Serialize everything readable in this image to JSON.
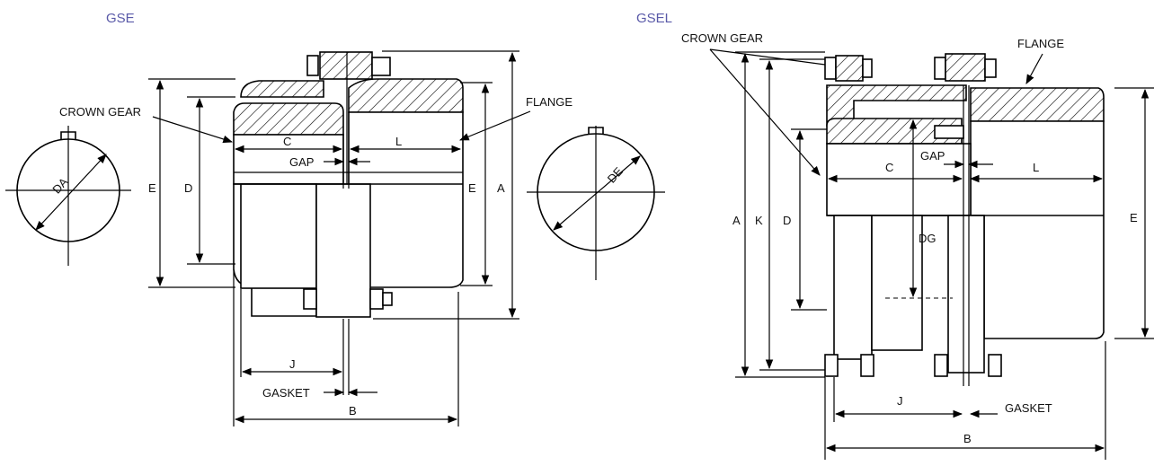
{
  "diagrams": {
    "gse": {
      "title": "GSE",
      "labels": {
        "crown_gear": "CROWN GEAR",
        "flange": "FLANGE",
        "c": "C",
        "l": "L",
        "gap": "GAP",
        "e_left": "E",
        "d": "D",
        "e_right": "E",
        "a": "A",
        "da": "DA",
        "de": "DE",
        "j": "J",
        "gasket": "GASKET",
        "b": "B"
      }
    },
    "gsel": {
      "title": "GSEL",
      "labels": {
        "crown_gear": "CROWN GEAR",
        "flange": "FLANGE",
        "gap": "GAP",
        "c": "C",
        "l": "L",
        "a": "A",
        "k": "K",
        "d": "D",
        "dg": "DG",
        "e": "E",
        "j": "J",
        "gasket": "GASKET",
        "b": "B"
      }
    }
  },
  "colors": {
    "title": "#5a5aa8",
    "line": "#000000",
    "background": "#ffffff"
  }
}
